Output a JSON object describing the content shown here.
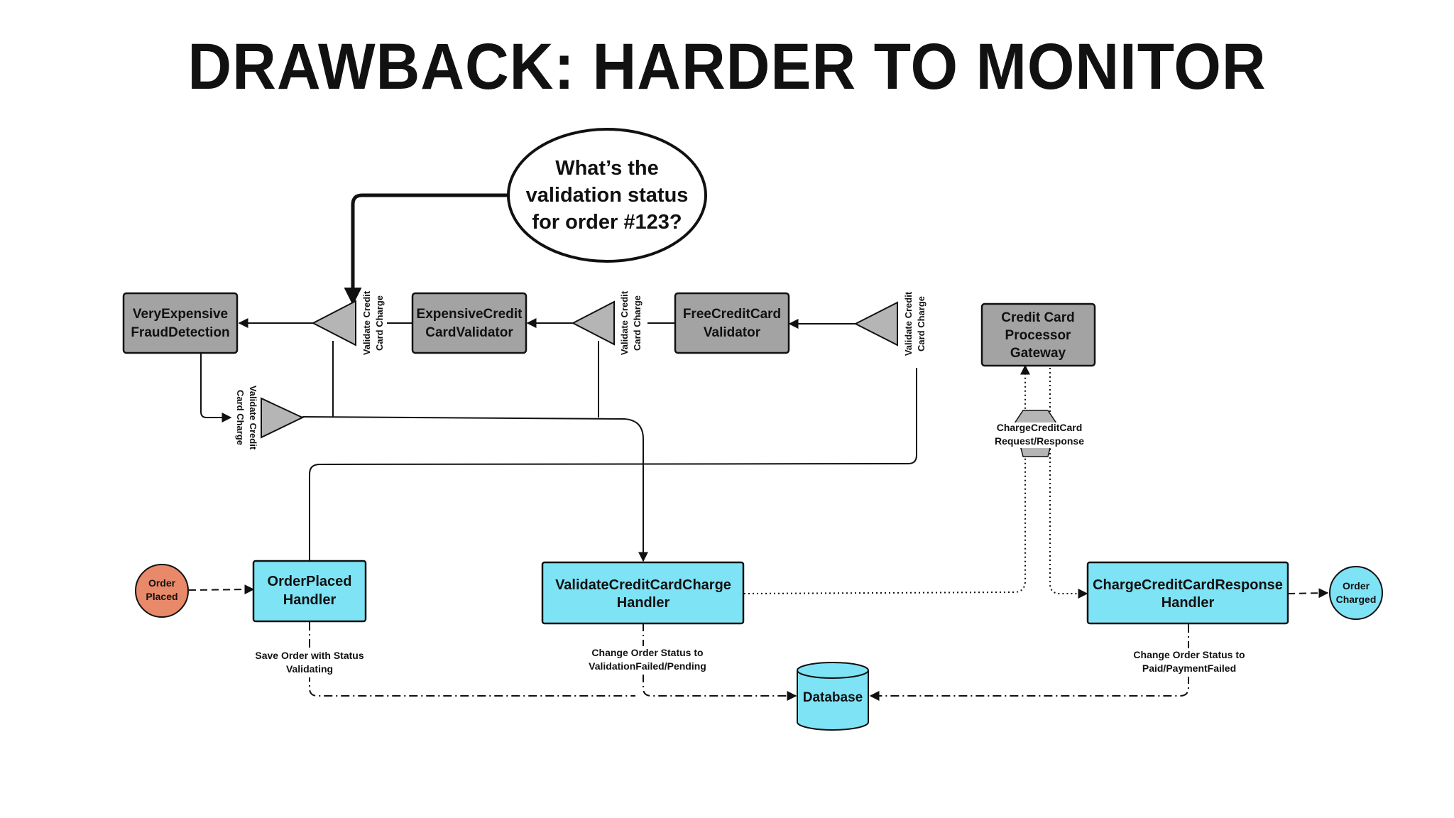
{
  "title": "DRAWBACK: HARDER TO MONITOR",
  "speech_bubble": [
    "What’s the",
    "validation status",
    "for order #123?"
  ],
  "gray_nodes": {
    "fraud": [
      "VeryExpensive",
      "FraudDetection"
    ],
    "expensive": [
      "ExpensiveCredit",
      "CardValidator"
    ],
    "free": [
      "FreeCreditCard",
      "Validator"
    ],
    "gateway": [
      "Credit Card",
      "Processor",
      "Gateway"
    ]
  },
  "queues": {
    "validate_label": [
      "Validate Credit",
      "Card Charge"
    ]
  },
  "gateway_channel": [
    "ChargeCreditCard",
    "Request/Response"
  ],
  "handlers": {
    "order_placed": [
      "OrderPlaced",
      "Handler"
    ],
    "validate": [
      "ValidateCreditCardCharge",
      "Handler"
    ],
    "response": [
      "ChargeCreditCardResponse",
      "Handler"
    ]
  },
  "events": {
    "order_placed": [
      "Order",
      "Placed"
    ],
    "order_charged": [
      "Order",
      "Charged"
    ]
  },
  "database": "Database",
  "db_notes": {
    "save": [
      "Save Order with Status",
      "Validating"
    ],
    "change_validation": [
      "Change Order Status to",
      "ValidationFailed/Pending"
    ],
    "change_paid": [
      "Change Order Status to",
      "Paid/PaymentFailed"
    ]
  },
  "colors": {
    "gray_node": "#a3a3a3",
    "handler": "#7ee3f5",
    "event_orange": "#e8896a",
    "event_blue": "#7ee3f5",
    "database": "#7ee3f5",
    "stroke": "#111111"
  }
}
